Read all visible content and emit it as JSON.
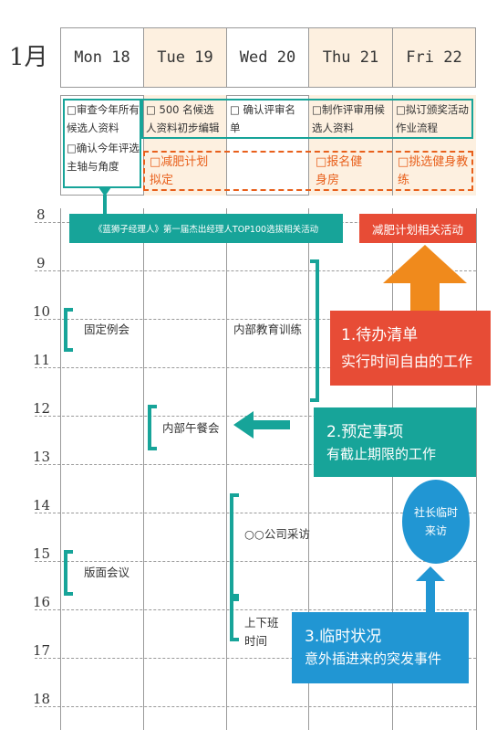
{
  "month_label": "1月",
  "days": [
    "Mon 18",
    "Tue 19",
    "Wed 20",
    "Thu 21",
    "Fri 22"
  ],
  "todos": {
    "mon_1": "□审查今年所有候选人资料",
    "mon_2": "□确认今年评选主轴与角度",
    "tue_1": "□ 500 名候选人资料初步编辑",
    "tue_2": "□减肥计划拟定",
    "wed_1": "□ 确认评审名单",
    "thu_1": "□制作评审用候选人资料",
    "thu_2": "□报名健身房",
    "fri_1": "□拟订颁奖活动作业流程",
    "fri_2": "□挑选健身教练"
  },
  "hours": [
    "8",
    "9",
    "10",
    "11",
    "12",
    "13",
    "14",
    "15",
    "16",
    "17",
    "18"
  ],
  "banners": {
    "teal": "《蓝狮子经理人》第一届杰出经理人TOP100选拔相关活动",
    "red": "减肥计划相关活动"
  },
  "events": {
    "mon_meeting": "固定例会",
    "tue_lunch": "内部午餐会",
    "wed_training": "内部教育训练",
    "mon_layout": "版面会议",
    "wed_interview": "○○公司采访",
    "wed_commute": "上下班时间",
    "fri_visit": "社长临时来访"
  },
  "legend": {
    "todo_title": "1.待办清单",
    "todo_desc": "实行时间自由的工作",
    "scheduled_title": "2.预定事项",
    "scheduled_desc": "有截止期限的工作",
    "temp_title": "3.临时状况",
    "temp_desc": "意外插进来的突发事件"
  },
  "colors": {
    "teal": "#17a499",
    "red": "#e74c36",
    "orange": "#f08a1c",
    "blue": "#2196d3",
    "dashed_orange": "#e8601c",
    "tint": "#fdf0e0"
  }
}
